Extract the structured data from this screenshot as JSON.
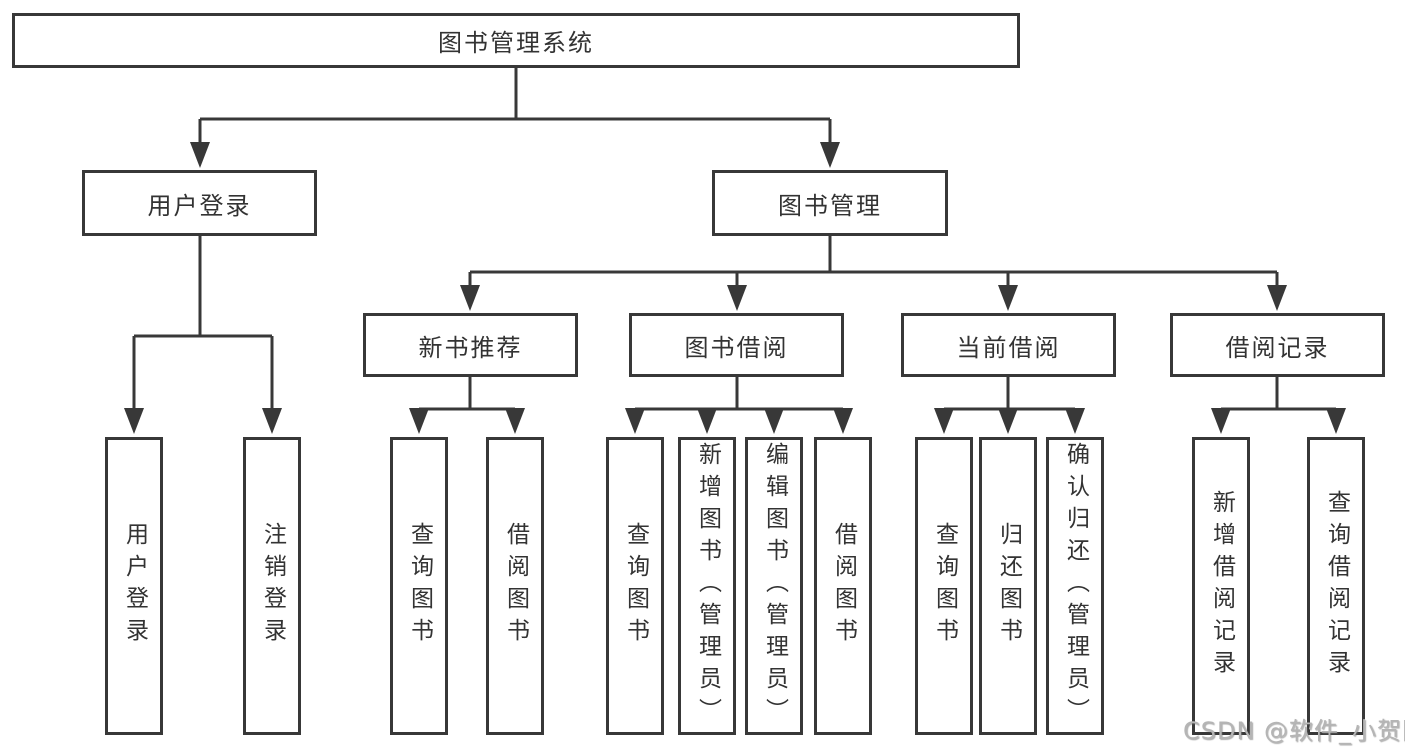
{
  "diagram_type": "functional-structure-tree",
  "tree": {
    "label": "图书管理系统",
    "children": [
      {
        "label": "用户登录",
        "children": [
          {
            "label": "用户登录"
          },
          {
            "label": "注销登录"
          }
        ]
      },
      {
        "label": "图书管理",
        "children": [
          {
            "label": "新书推荐",
            "children": [
              {
                "label": "查询图书"
              },
              {
                "label": "借阅图书"
              }
            ]
          },
          {
            "label": "图书借阅",
            "children": [
              {
                "label": "查询图书"
              },
              {
                "label": "新增图书（管理员）"
              },
              {
                "label": "编辑图书（管理员）"
              },
              {
                "label": "借阅图书"
              }
            ]
          },
          {
            "label": "当前借阅",
            "children": [
              {
                "label": "查询图书"
              },
              {
                "label": "归还图书"
              },
              {
                "label": "确认归还（管理员）"
              }
            ]
          },
          {
            "label": "借阅记录",
            "children": [
              {
                "label": "新增借阅记录"
              },
              {
                "label": "查询借阅记录"
              }
            ]
          }
        ]
      }
    ]
  },
  "watermark": "CSDN @软件_小贺同学",
  "colors": {
    "line": "#383838",
    "text": "#333333",
    "background": "#ffffff",
    "watermark": "#b5b5b5"
  }
}
